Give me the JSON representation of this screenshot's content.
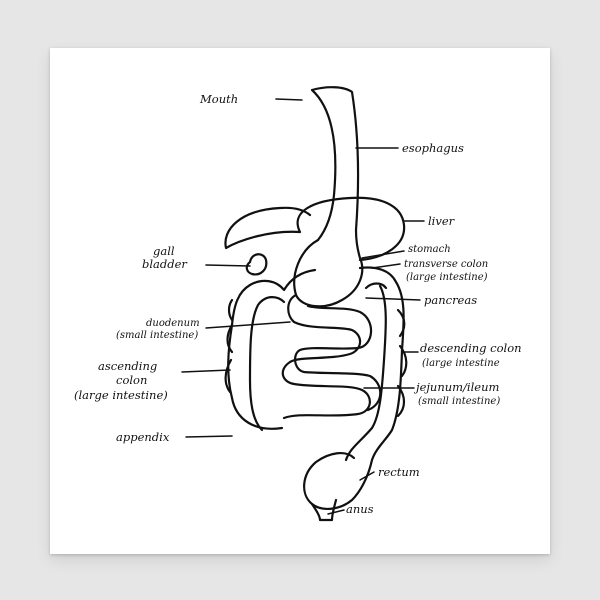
{
  "labels": {
    "mouth": "Mouth",
    "esophagus": "esophagus",
    "liver": "liver",
    "gall_bladder": [
      "gall",
      "bladder"
    ],
    "stomach": "stomach",
    "transverse_colon": [
      "transverse colon",
      "(large intestine)"
    ],
    "pancreas": "pancreas",
    "duodenum": [
      "duodenum",
      "(small intestine)"
    ],
    "descending_colon": [
      "descending colon",
      "(large intestine"
    ],
    "ascending_colon": [
      "ascending",
      "colon",
      "(large intestine)"
    ],
    "jejunum_ileum": [
      "jejunum/ileum",
      "(small intestine)"
    ],
    "appendix": "appendix",
    "rectum": "rectum",
    "anus": "anus"
  },
  "colors": {
    "ink": "#111111",
    "paper": "#ffffff",
    "wall": "#e6e6e6"
  }
}
